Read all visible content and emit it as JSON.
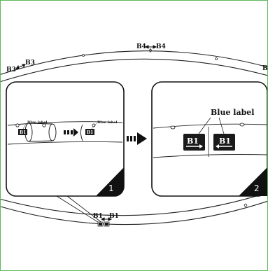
{
  "labels": {
    "top_left": "B4",
    "top_right": "B4",
    "left_outer": "B3",
    "left_inner": "B3",
    "right_edge": "B",
    "bottom_left": "B1",
    "bottom_right": "B1"
  },
  "panel1": {
    "step": "1",
    "label_left": "Blue label",
    "label_right": "Blue label",
    "tag_left": "B1",
    "tag_right": "B1"
  },
  "panel2": {
    "step": "2",
    "label": "Blue label",
    "tag_left": "B1",
    "tag_right": "B1"
  },
  "colors": {
    "frame": "#5cb85c",
    "ink": "#111111",
    "tag": "#1a1a1a"
  }
}
